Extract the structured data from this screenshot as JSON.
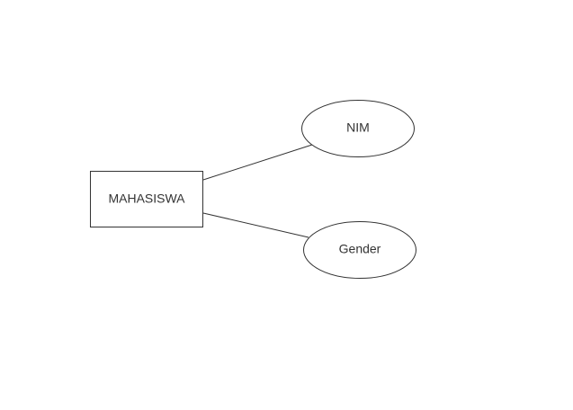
{
  "diagram": {
    "entity": {
      "label": "MAHASISWA"
    },
    "attributes": [
      {
        "label": "NIM"
      },
      {
        "label": "Gender"
      }
    ]
  },
  "colors": {
    "background": "#ffffff",
    "stroke": "#333333",
    "text": "#333333"
  }
}
